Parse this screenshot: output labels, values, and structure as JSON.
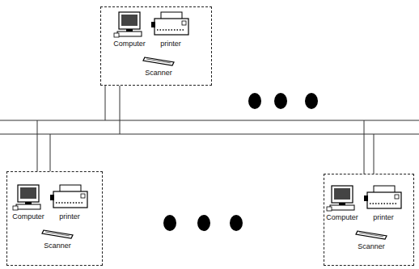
{
  "diagram": {
    "nodes": [
      {
        "text": [
          "Computer",
          "printer",
          "Scanner"
        ]
      },
      {
        "text": [
          "Computer",
          "printer",
          "Scanner"
        ]
      },
      {
        "text": [
          "Computer",
          "printer",
          "Scanner"
        ]
      }
    ]
  }
}
